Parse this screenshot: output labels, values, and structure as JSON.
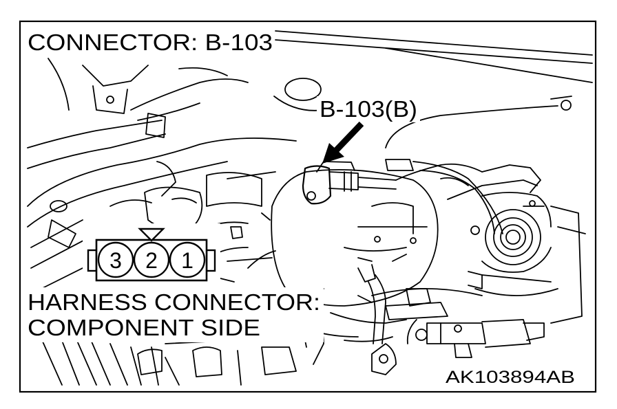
{
  "figure": {
    "title": "CONNECTOR: B-103",
    "callout_label": "B-103(B)",
    "caption_line1": "HARNESS CONNECTOR:",
    "caption_line2": "COMPONENT SIDE",
    "figure_id": "AK103894AB"
  },
  "connector": {
    "pins": [
      "3",
      "2",
      "1"
    ],
    "marker_pin": "2"
  },
  "style": {
    "line_color": "#000000",
    "background_color": "#ffffff"
  }
}
